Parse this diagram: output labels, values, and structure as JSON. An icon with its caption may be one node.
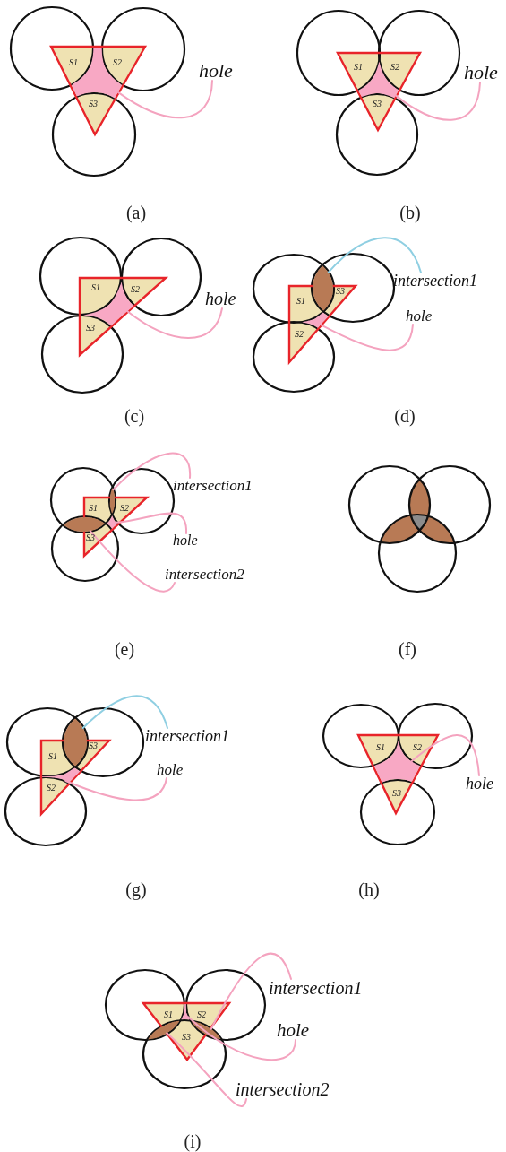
{
  "diagram": {
    "nodes": [
      {
        "text": [
          "hole"
        ]
      },
      {
        "text": [],
        "shape": "region"
      },
      {
        "text": [
          "hole"
        ]
      },
      {
        "text": [],
        "shape": "region"
      },
      {
        "text": [
          "hole"
        ]
      },
      {
        "text": [],
        "shape": "region"
      },
      {
        "text": [
          "intersection1"
        ]
      },
      {
        "text": [],
        "shape": "region"
      },
      {
        "text": [
          "hole"
        ]
      },
      {
        "text": [],
        "shape": "region"
      },
      {
        "text": [
          "intersection1"
        ]
      },
      {
        "text": [],
        "shape": "region"
      },
      {
        "text": [
          "hole"
        ]
      },
      {
        "text": [],
        "shape": "region"
      },
      {
        "text": [
          "intersection2"
        ]
      },
      {
        "text": [],
        "shape": "region"
      },
      {
        "text": [
          "intersection1"
        ]
      },
      {
        "text": [],
        "shape": "region"
      },
      {
        "text": [
          "hole"
        ]
      },
      {
        "text": [],
        "shape": "region"
      },
      {
        "text": [
          "hole"
        ]
      },
      {
        "text": [],
        "shape": "region"
      },
      {
        "text": [
          "intersection1"
        ]
      },
      {
        "text": [],
        "shape": "region"
      },
      {
        "text": [
          "hole"
        ]
      },
      {
        "text": [],
        "shape": "region"
      },
      {
        "text": [
          "intersection2"
        ]
      },
      {
        "text": [],
        "shape": "region"
      }
    ],
    "edges": [
      {
        "from": 0,
        "to": 1,
        "arrow": "none"
      },
      {
        "from": 2,
        "to": 3,
        "arrow": "none"
      },
      {
        "from": 4,
        "to": 5,
        "arrow": "none"
      },
      {
        "from": 6,
        "to": 7,
        "arrow": "none",
        "color": "#8fcfe2"
      },
      {
        "from": 8,
        "to": 9,
        "arrow": "none"
      },
      {
        "from": 10,
        "to": 11,
        "arrow": "none"
      },
      {
        "from": 12,
        "to": 13,
        "arrow": "none"
      },
      {
        "from": 14,
        "to": 15,
        "arrow": "none"
      },
      {
        "from": 16,
        "to": 17,
        "arrow": "none",
        "color": "#8fcfe2"
      },
      {
        "from": 18,
        "to": 19,
        "arrow": "none"
      },
      {
        "from": 20,
        "to": 21,
        "arrow": "none"
      },
      {
        "from": 22,
        "to": 23,
        "arrow": "none"
      },
      {
        "from": 24,
        "to": 25,
        "arrow": "none"
      },
      {
        "from": 26,
        "to": 27,
        "arrow": "none"
      }
    ],
    "labels": [
      "S1",
      "S2",
      "S3",
      "S1",
      "S2",
      "S3",
      "(a)",
      "(b)",
      "S1",
      "S2",
      "S3",
      "S1",
      "S3",
      "S2",
      "(c)",
      "(d)",
      "S1",
      "S2",
      "S3",
      "(e)",
      "(f)",
      "S1",
      "S3",
      "S2",
      "S1",
      "S2",
      "S3",
      "(g)",
      "(h)",
      "S1",
      "S2",
      "S3",
      "(i)"
    ]
  }
}
